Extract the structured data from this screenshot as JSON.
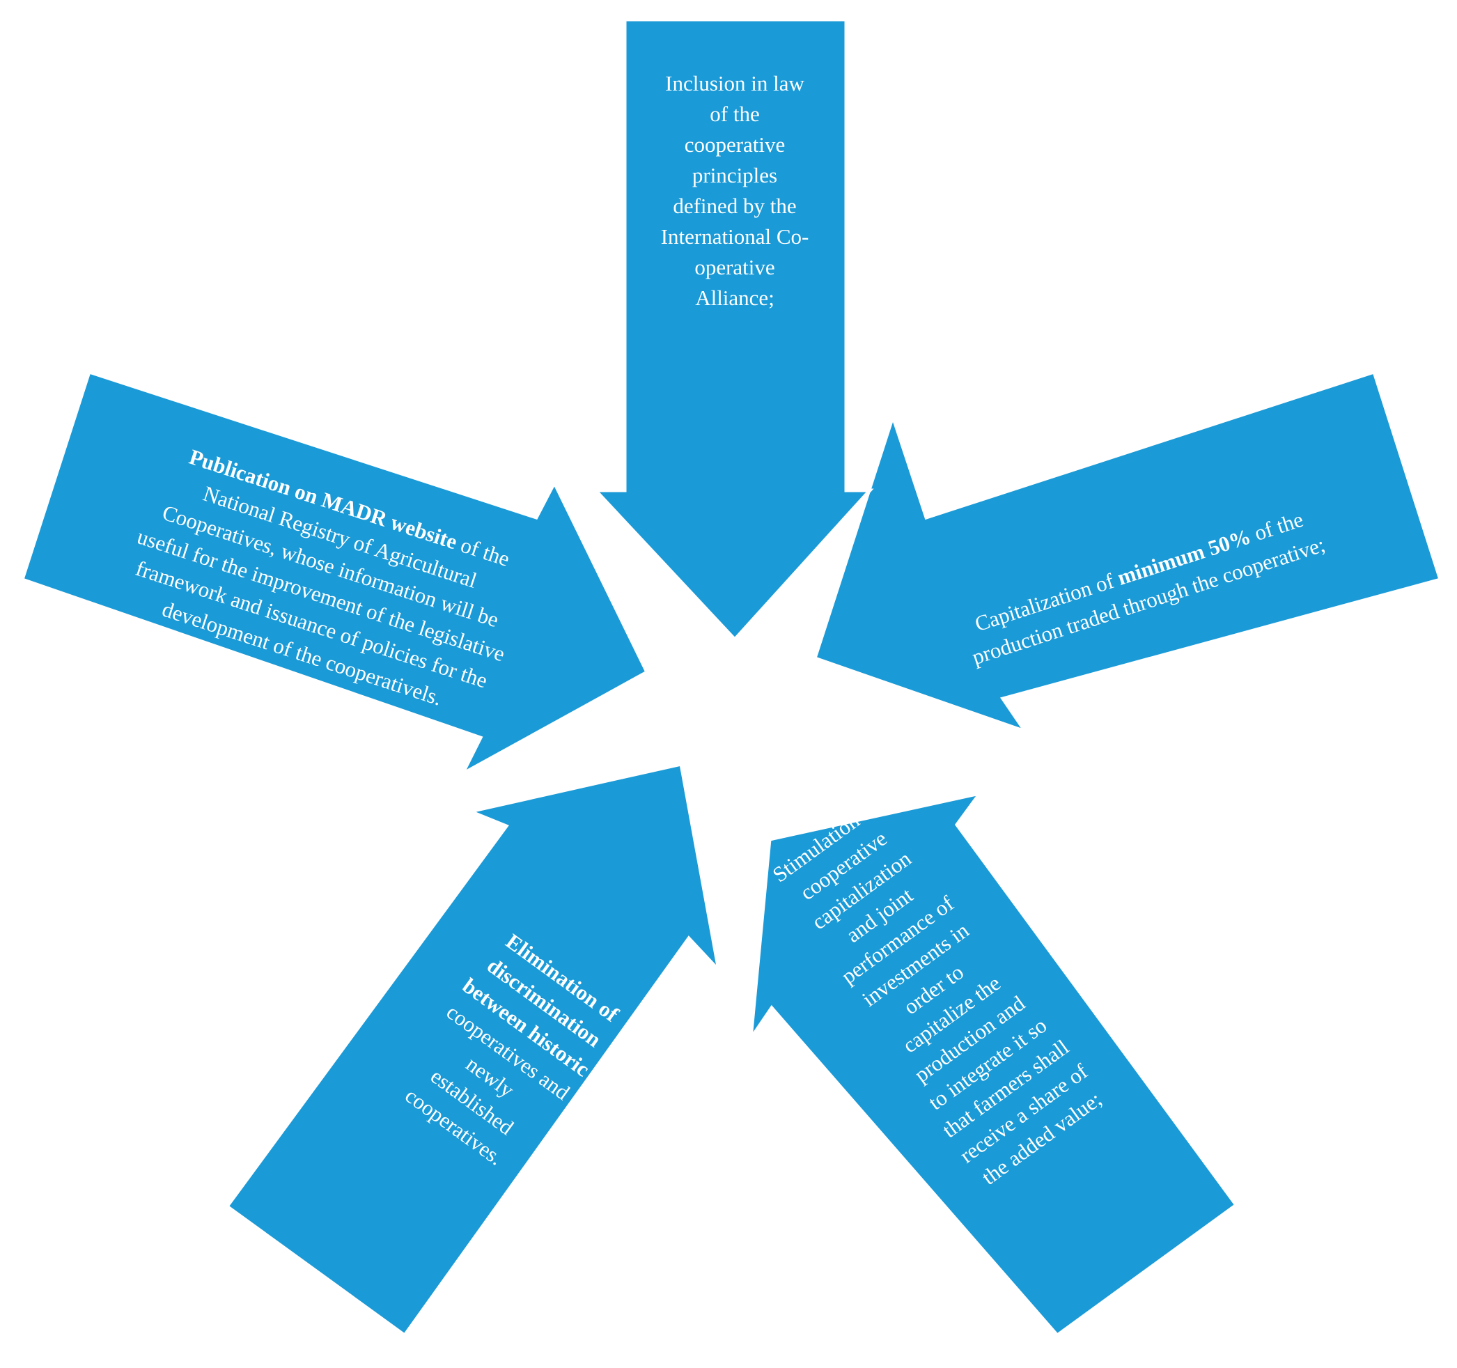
{
  "diagram": {
    "fill_color": "#1a9ad7",
    "text_color": "#ffffff",
    "arrows": [
      {
        "id": "top",
        "lines": [
          [
            {
              "t": "Inclusion in law"
            }
          ],
          [
            {
              "t": "of the"
            }
          ],
          [
            {
              "t": "cooperative"
            }
          ],
          [
            {
              "t": "principles"
            }
          ],
          [
            {
              "t": "defined by the"
            }
          ],
          [
            {
              "t": "International Co-"
            }
          ],
          [
            {
              "t": "operative"
            }
          ],
          [
            {
              "t": "Alliance;"
            }
          ]
        ]
      },
      {
        "id": "right",
        "lines": [
          [
            {
              "t": "Capitalization of "
            },
            {
              "t": "minimum 50%",
              "b": true
            },
            {
              "t": " of the"
            }
          ],
          [
            {
              "t": "production traded through the cooperative;"
            }
          ]
        ]
      },
      {
        "id": "bottom-right",
        "lines": [
          [
            {
              "t": "Stimulation of"
            }
          ],
          [
            {
              "t": "cooperative"
            }
          ],
          [
            {
              "t": "capitalization"
            }
          ],
          [
            {
              "t": "and joint"
            }
          ],
          [
            {
              "t": "performance of"
            }
          ],
          [
            {
              "t": "investments in"
            }
          ],
          [
            {
              "t": "order to"
            }
          ],
          [
            {
              "t": "capitalize the"
            }
          ],
          [
            {
              "t": "production and"
            }
          ],
          [
            {
              "t": "to integrate it so"
            }
          ],
          [
            {
              "t": "that farmers shall"
            }
          ],
          [
            {
              "t": "receive a share of"
            }
          ],
          [
            {
              "t": "the added value;"
            }
          ]
        ]
      },
      {
        "id": "bottom-left",
        "lines": [
          [
            {
              "t": "Elimination of",
              "b": true
            }
          ],
          [
            {
              "t": "discrimination",
              "b": true
            }
          ],
          [
            {
              "t": "between historic",
              "b": true
            }
          ],
          [
            {
              "t": "cooperatives and"
            }
          ],
          [
            {
              "t": "newly"
            }
          ],
          [
            {
              "t": "established"
            }
          ],
          [
            {
              "t": "cooperatives."
            }
          ]
        ]
      },
      {
        "id": "left",
        "lines": [
          [
            {
              "t": "Publication on MADR website",
              "b": true
            },
            {
              "t": " of the"
            }
          ],
          [
            {
              "t": "National Registry of Agricultural"
            }
          ],
          [
            {
              "t": "Cooperatives, whose information will be"
            }
          ],
          [
            {
              "t": "useful for the improvement of the legislative"
            }
          ],
          [
            {
              "t": "framework and issuance of policies for the"
            }
          ],
          [
            {
              "t": "development of the cooperativels."
            }
          ]
        ]
      }
    ]
  }
}
